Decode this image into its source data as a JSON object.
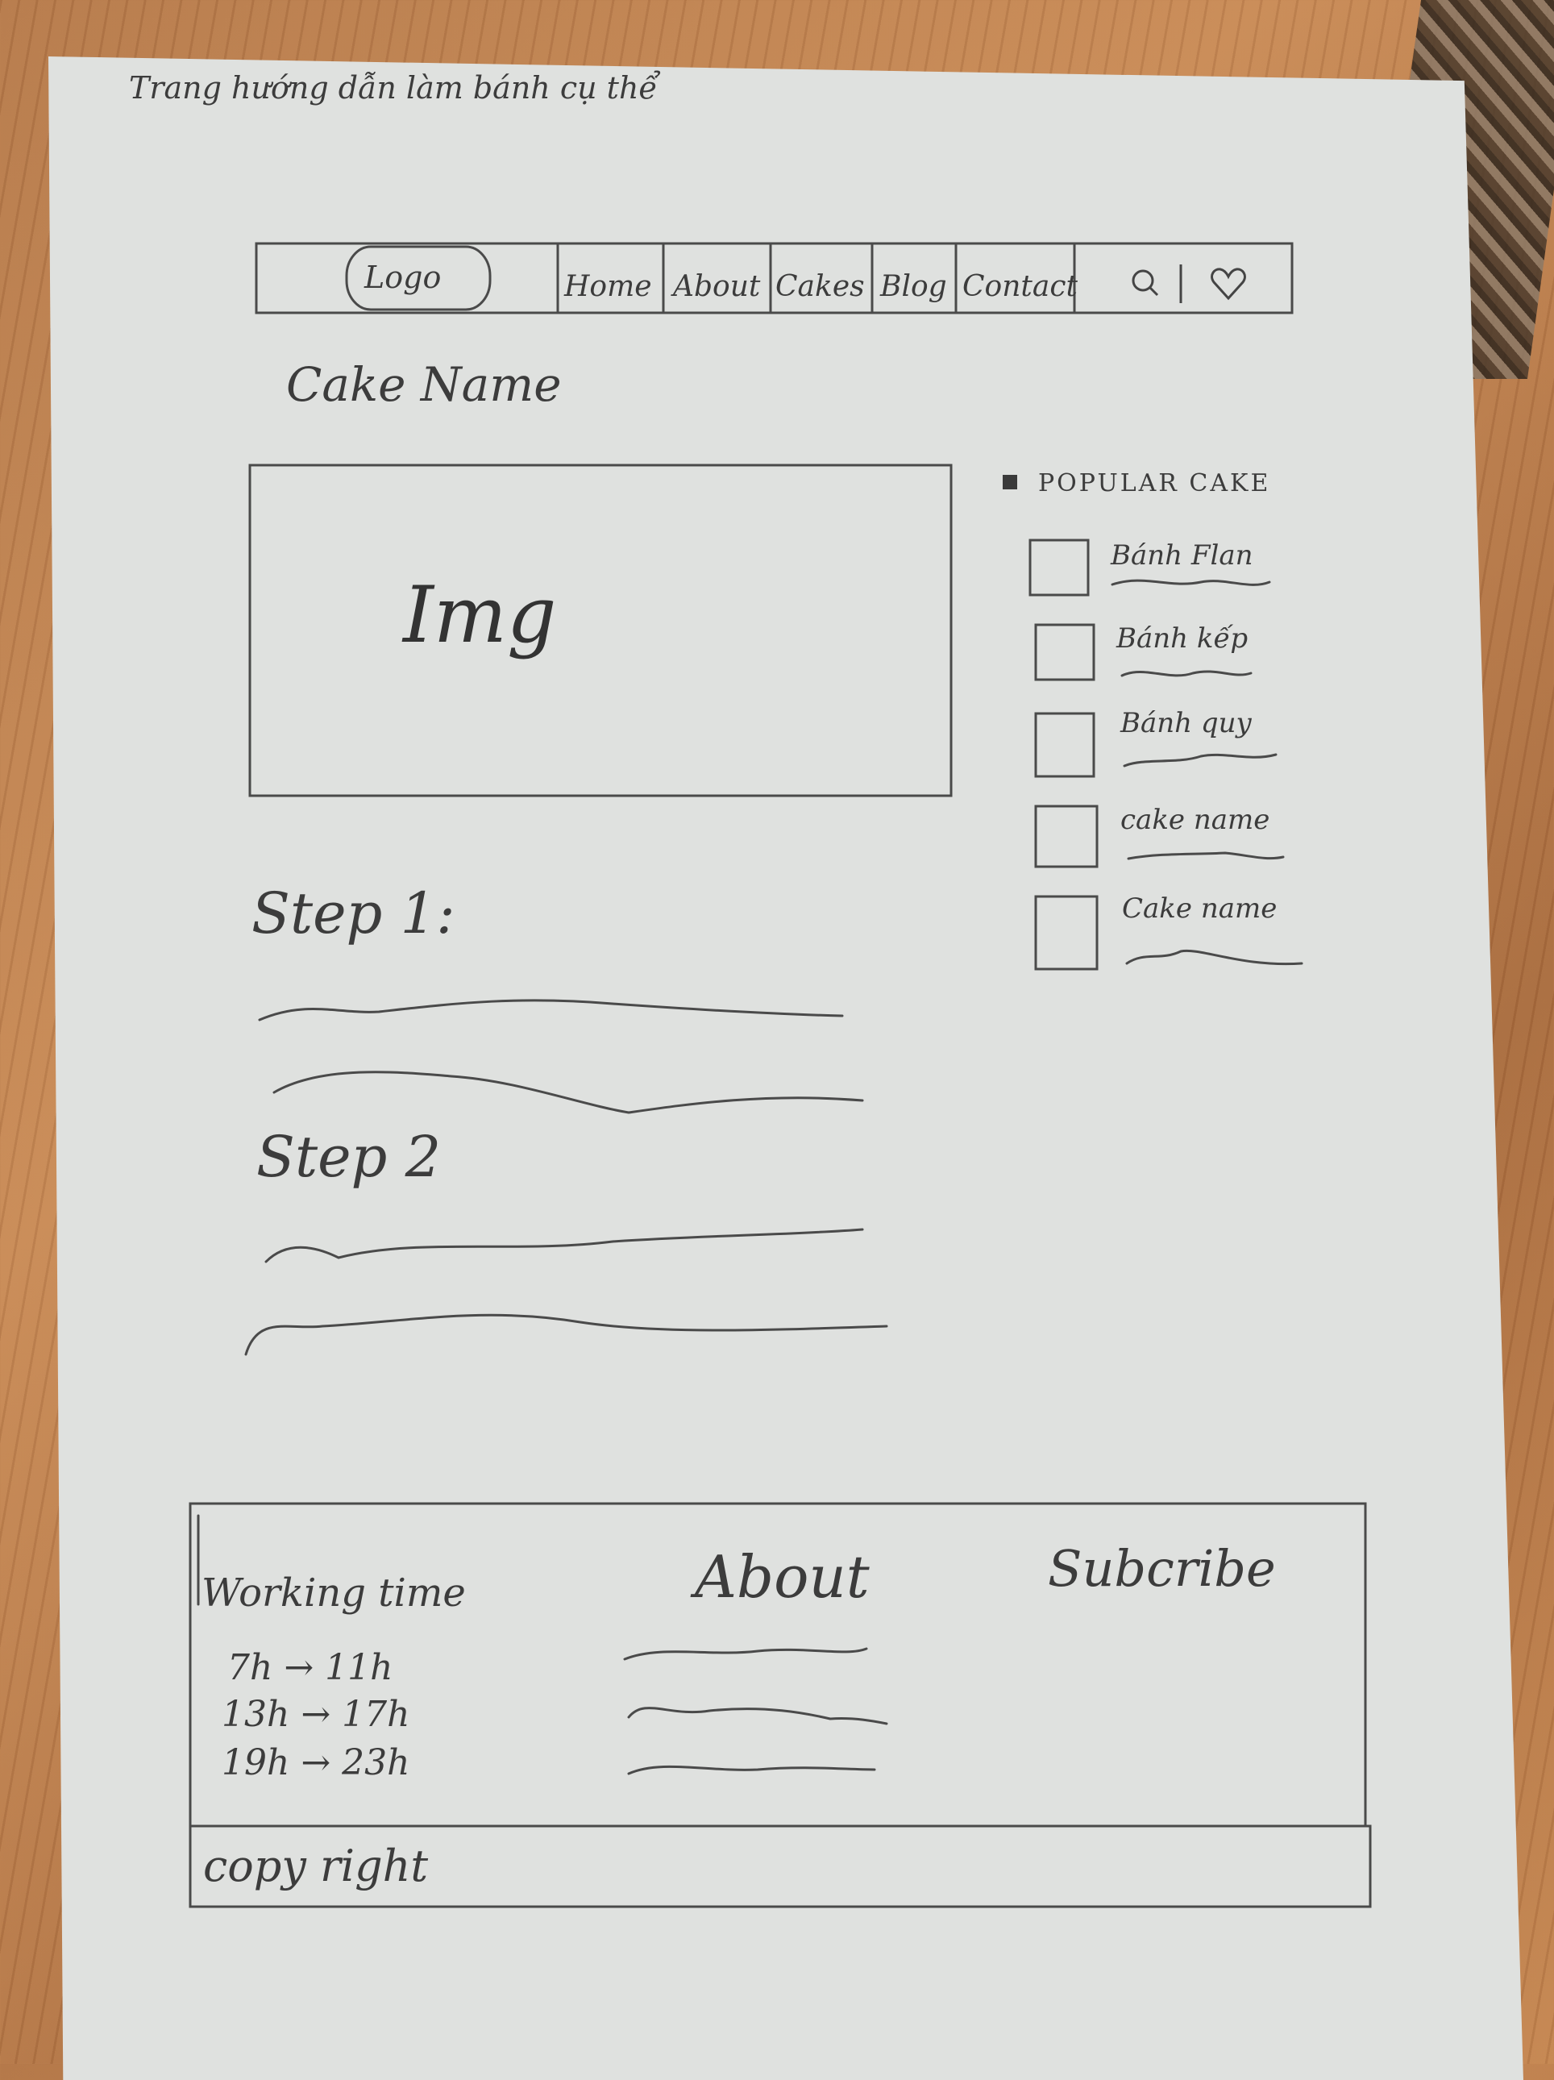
{
  "page_note": "Trang hướng dẫn làm bánh cụ thể",
  "header": {
    "logo": "Logo",
    "nav": [
      "Home",
      "About",
      "Cakes",
      "Blog",
      "Contact"
    ],
    "search_icon": "search-icon",
    "heart_icon": "heart-icon"
  },
  "content": {
    "cake_name": "Cake Name",
    "image_label": "Img",
    "steps": [
      {
        "label": "Step 1:"
      },
      {
        "label": "Step 2"
      }
    ]
  },
  "sidebar": {
    "title": "POPULAR CAKE",
    "items": [
      "Bánh Flan",
      "Bánh kếp",
      "Bánh quy",
      "cake name",
      "Cake name"
    ]
  },
  "footer": {
    "working_title": "Working time",
    "hours": [
      "7h → 11h",
      "13h → 17h",
      "19h → 23h"
    ],
    "about_title": "About",
    "subscribe_title": "Subcribe",
    "copyright": "copy right"
  }
}
